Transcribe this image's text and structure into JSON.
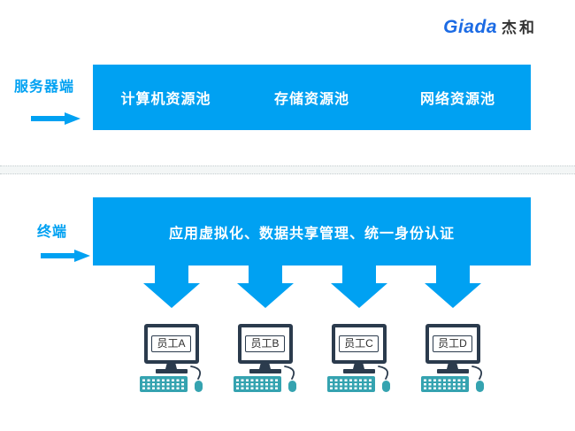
{
  "logo": {
    "brand_en": "Giada",
    "brand_cn": "杰和"
  },
  "sections": {
    "server": {
      "label": "服务器端",
      "pools": [
        {
          "label": "计算机资源池"
        },
        {
          "label": "存储资源池"
        },
        {
          "label": "网络资源池"
        }
      ]
    },
    "terminal": {
      "label": "终端",
      "platform_label": "应用虚拟化、数据共享管理、统一身份认证"
    }
  },
  "endpoints": [
    {
      "label": "员工A"
    },
    {
      "label": "员工B"
    },
    {
      "label": "员工C"
    },
    {
      "label": "员工D"
    }
  ],
  "colors": {
    "primary_blue": "#00a1f2",
    "logo_blue": "#1c6be4",
    "logo_dark": "#333333",
    "monitor_navy": "#2b3b4d",
    "device_teal": "#35a3b0",
    "divider_gray": "#f3f6f6"
  }
}
